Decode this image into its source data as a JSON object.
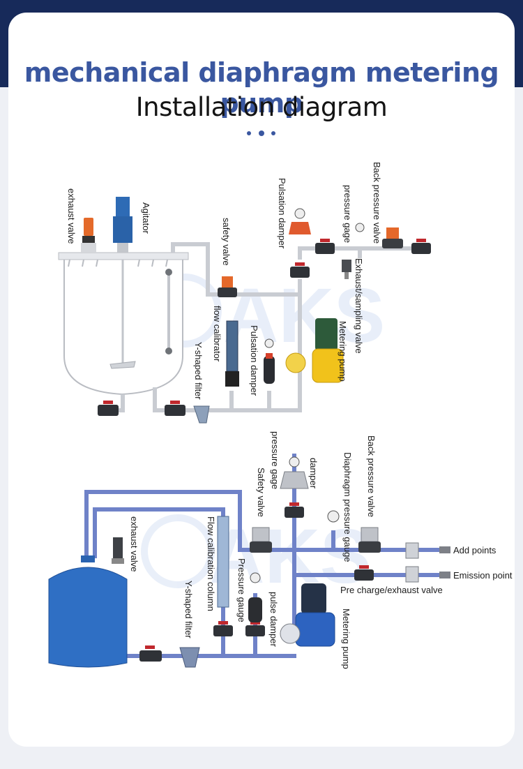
{
  "header": {
    "title": "mechanical diaphragm metering pump",
    "subtitle": "Installation diagram"
  },
  "watermark": "AKS",
  "colors": {
    "header_band": "#172a5a",
    "title": "#3a57a0",
    "pipe_grey": "#c9ccd2",
    "pipe_blue": "#6f82c8",
    "tank_blue": "#2f6fc4",
    "pump_yellow": "#f1c21b",
    "valve_red": "#c0282d",
    "valve_orange": "#e0642a"
  },
  "diagram1": {
    "labels": {
      "exhaust_valve": "exhaust valve",
      "agitator": "Agitator",
      "safety_valve": "safety valve",
      "pulsation_damper_top": "Pulsation damper",
      "pressure_gage": "pressure gage",
      "back_pressure_valve": "Back pressure valve",
      "exhaust_sampling_valve": "Exhaust/sampling valve",
      "metering_pump": "Metering pump",
      "flow_calibrator": "flow calibrator",
      "pulsation_damper_bottom": "Pulsation damper",
      "y_shaped_filter": "Y-shaped filter"
    }
  },
  "diagram2": {
    "labels": {
      "pressure_gage": "pressure gage",
      "damper": "damper",
      "diaphragm_pressure_gauge": "Diaphragm pressure gauge",
      "back_pressure_valve": "Back pressure valve",
      "safety_valve": "Safety valve",
      "exhaust_valve": "exhaust valve",
      "flow_calibration_column": "Flow calibration column",
      "pressure_gauge": "Pressure gauge",
      "pulse_damper": "pulse damper",
      "y_shaped_filter": "Y-shaped filter",
      "metering_pump": "Metering pump",
      "add_points": "Add points",
      "emission_point": "Emission point",
      "pre_charge_exhaust_valve": "Pre charge/exhaust valve"
    }
  }
}
